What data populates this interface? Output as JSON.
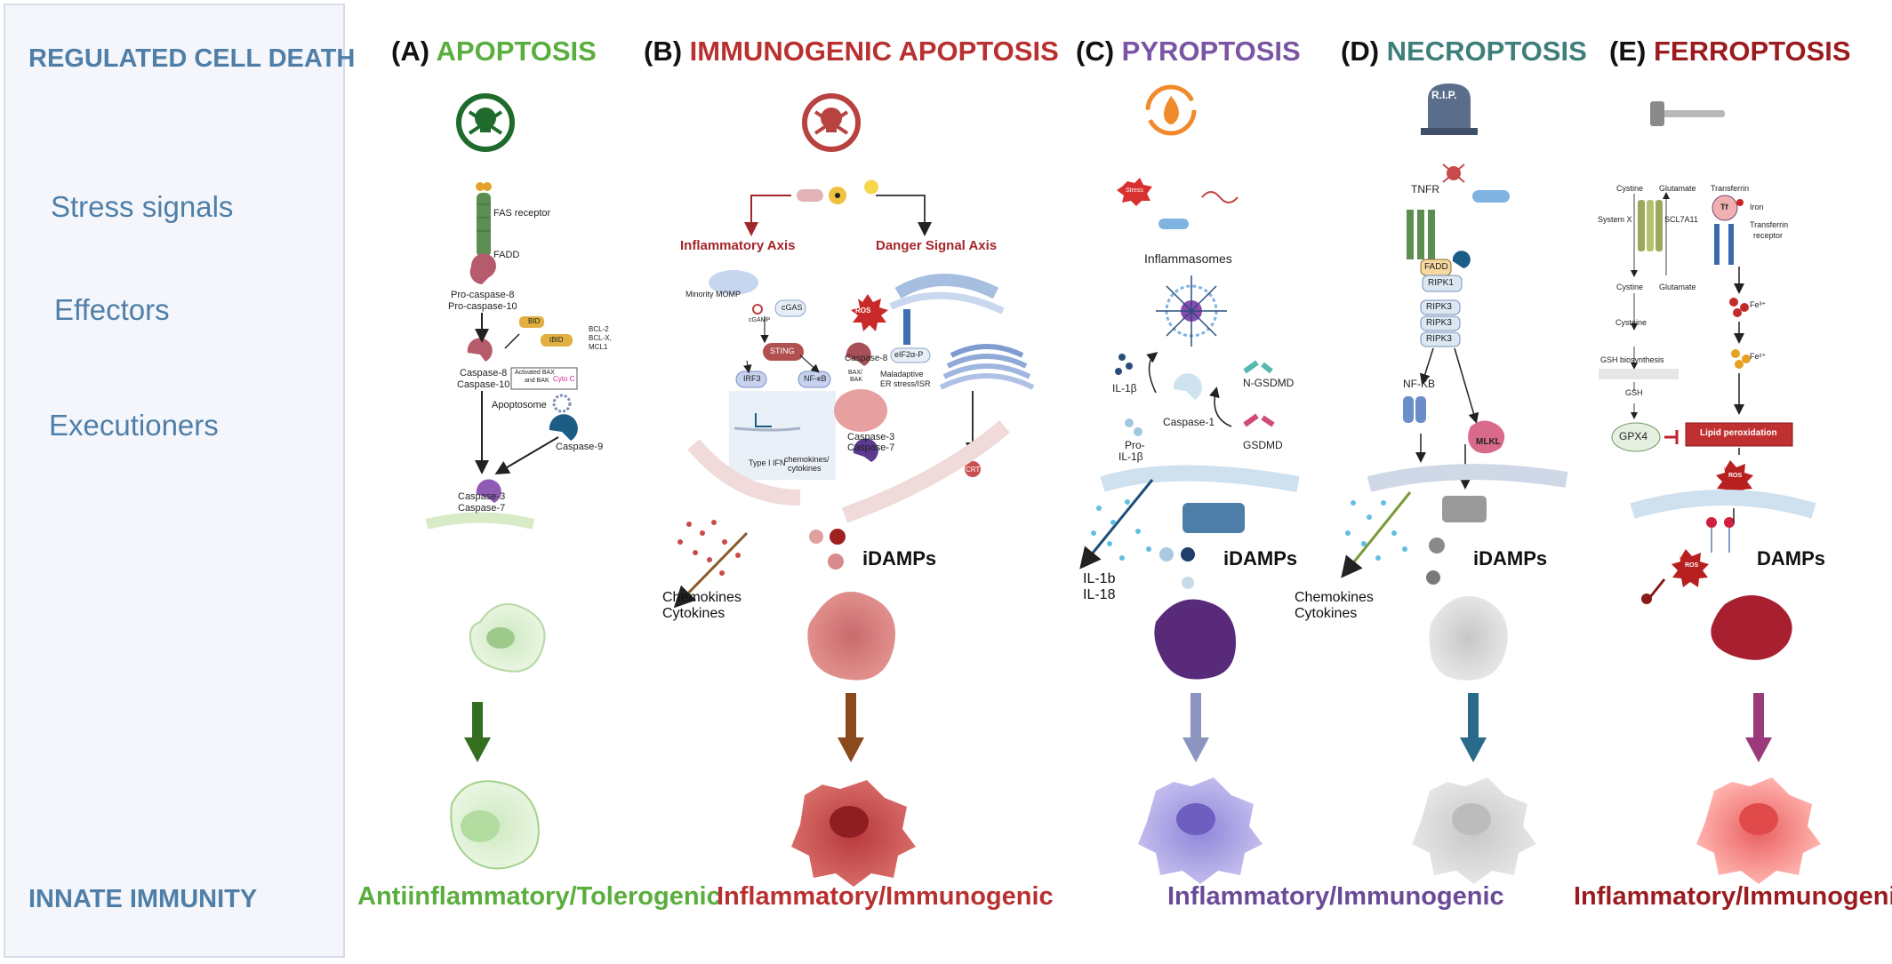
{
  "sidebar": {
    "title": "REGULATED CELL DEATH",
    "stress": "Stress signals",
    "effectors": "Effectors",
    "executioners": "Executioners",
    "innate": "INNATE IMMUNITY"
  },
  "colors": {
    "apoptosis": "#5aae3e",
    "immunogenic": "#b8302f",
    "pyroptosis": "#7a55a3",
    "necroptosis": "#3f7f7a",
    "ferroptosis": "#9b1b1f",
    "sidebar_text": "#4f7fa8"
  },
  "panels": [
    {
      "letter": "(A)",
      "name": "APOPTOSIS",
      "outcome": "Antiinflammatory/Tolerogenic",
      "icon": "skull-icon"
    },
    {
      "letter": "(B)",
      "name": "IMMUNOGENIC APOPTOSIS",
      "outcome": "Inflammatory/Immunogenic",
      "icon": "skull-icon"
    },
    {
      "letter": "(C)",
      "name": "PYROPTOSIS",
      "outcome": "Inflammatory/Immunogenic",
      "icon": "flame-icon"
    },
    {
      "letter": "(D)",
      "name": "NECROPTOSIS",
      "outcome": "Inflammatory/Immunogenic",
      "icon": "tombstone-icon"
    },
    {
      "letter": "(E)",
      "name": "FERROPTOSIS",
      "outcome": "Inflammatory/Immunogenic?",
      "icon": "hammer-icon"
    }
  ],
  "apoptosis": {
    "fas": "FAS receptor",
    "fadd": "FADD",
    "procasp": "Pro-caspase-8",
    "procasp10": "Pro-caspase-10",
    "casp8": "Caspase-8",
    "casp10": "Caspase-10",
    "bid": "BID",
    "tbid": "tBID",
    "bcl": "BCL-2",
    "bclx": "BCL-X,",
    "mcl": "MCL1",
    "bax": "Activated BAX",
    "bax2": "and BAK",
    "cytc": "Cyto C",
    "apoptosome": "Apoptosome",
    "casp9": "Caspase-9",
    "casp3": "Caspase-3",
    "casp7": "Caspase-7"
  },
  "immunogenic": {
    "inflam_axis": "Inflammatory Axis",
    "danger_axis": "Danger Signal Axis",
    "momp": "Minority MOMP",
    "cgamp": "cGAMP",
    "cgas": "cGAS",
    "ros": "ROS",
    "sting": "STING",
    "casp8": "Caspase-8",
    "eif": "eIF2α-P",
    "irf3": "IRF3",
    "nfkb": "NF-κB",
    "baxbak": "BAX/",
    "baxbak2": "BAK",
    "maladaptive": "Maladaptive",
    "er": "ER stress/ISR",
    "casp3": "Caspase-3",
    "casp7": "Caspase-7",
    "ifn": "Type I IFN",
    "chemo": "chemokines/",
    "cyto": "cytokines",
    "crt": "CRT",
    "damps": "iDAMPs",
    "chemokines": "Chemokines",
    "cytokines": "Cytokines"
  },
  "pyroptosis": {
    "stress": "Stress",
    "inflammasomes": "Inflammasomes",
    "il1b": "IL-1β",
    "ngsdmd": "N-GSDMD",
    "caspase1": "Caspase-1",
    "pro": "Pro-",
    "proil": "IL-1β",
    "gsdmd": "GSDMD",
    "damps": "iDAMPs",
    "il1b_out": "IL-1b",
    "il18": "IL-18"
  },
  "necroptosis": {
    "rip": "R.I.P.",
    "tnfr": "TNFR",
    "fadd": "FADD",
    "ripk1": "RIPK1",
    "ripk3": "RIPK3",
    "nfkb": "NF-KB",
    "mlkl": "MLKL",
    "damps": "iDAMPs",
    "chemokines": "Chemokines",
    "cytokines": "Cytokines"
  },
  "ferroptosis": {
    "cystine": "Cystine",
    "glutamate": "Glutamate",
    "systemx": "System X",
    "slc": "SCL7A11",
    "transferrin": "Transferrin",
    "iron": "Iron",
    "tf": "Tf",
    "tfr": "Transferrin",
    "tfr2": "receptor",
    "cystine2": "Cystine",
    "glutamate2": "Glutamate",
    "fe3": "Fe³⁺",
    "cysteine": "Cysteine",
    "fe2": "Fe²⁺",
    "gsh_bio": "GSH biosynthesis",
    "gsh": "GSH",
    "gpx4": "GPX4",
    "lipid": "Lipid peroxidation",
    "ros": "ROS",
    "ros2": "ROS",
    "damps": "DAMPs"
  }
}
